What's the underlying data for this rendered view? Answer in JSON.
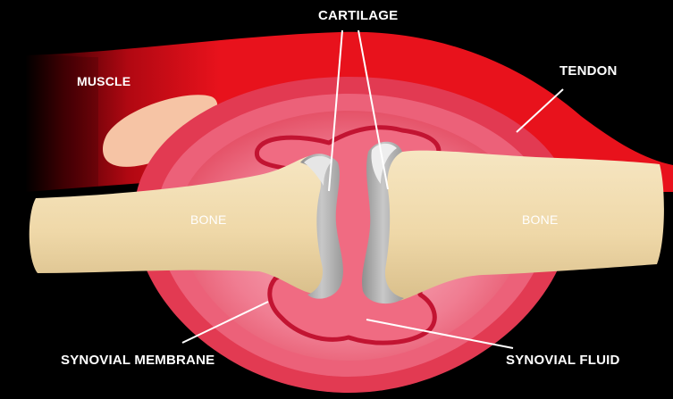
{
  "labels": {
    "cartilage": "CARTILAGE",
    "muscle": "MUSCLE",
    "tendon": "TENDON",
    "bone_left": "BONE",
    "bone_right": "BONE",
    "synovial_membrane": "SYNOVIAL MEMBRANE",
    "synovial_fluid": "SYNOVIAL FLUID"
  },
  "colors": {
    "background": "#000000",
    "muscle": "#e8121c",
    "capsule_outer": "#e63a4c",
    "capsule_mid": "#ee6a7f",
    "capsule_inner": "#f58ea0",
    "fluid": "#f26e84",
    "membrane_edge": "#c41530",
    "bone": "#f1dcb0",
    "bone_shadow": "#d8bf8c",
    "cartilage": "#b9b9b9",
    "cartilage_highlight": "#e6e6e6",
    "fat_pad": "#f5c0a2",
    "leader_line": "#ffffff"
  }
}
